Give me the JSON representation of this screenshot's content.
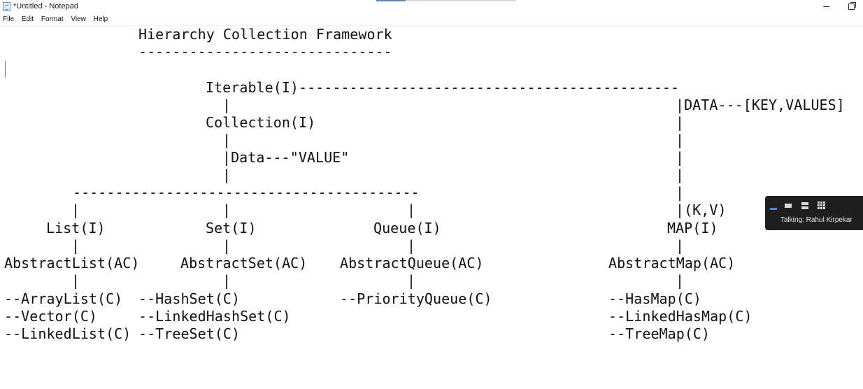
{
  "window": {
    "title": "*Untitled - Notepad",
    "minimize_icon": "minimize-icon",
    "maximize_icon": "restore-icon"
  },
  "menu": [
    "File",
    "Edit",
    "Format",
    "View",
    "Help"
  ],
  "editor": {
    "lines": [
      "Hierarchy Collection Framework",
      "------------------------------",
      "Iterable(I)---------------------------------------------",
      "|",
      "|DATA---[KEY,VALUES]",
      "Collection(I)",
      "|",
      "|",
      "|Data---\"VALUE\"",
      "|",
      "|",
      "|",
      "-----------------------------------------",
      "|",
      "|",
      "|",
      "|",
      "|",
      "|(K,V)",
      "List(I)",
      "Set(I)",
      "Queue(I)",
      "MAP(I)",
      "|",
      "|",
      "|",
      "|",
      "AbstractList(AC)",
      "AbstractSet(AC)",
      "AbstractQueue(AC)",
      "AbstractMap(AC)",
      "|",
      "|",
      "|",
      "|",
      "--ArrayList(C)",
      "--HashSet(C)",
      "--PriorityQueue(C)",
      "--HasMap(C)",
      "--Vector(C)",
      "--LinkedHashSet(C)",
      "--LinkedHasMap(C)",
      "--LinkedList(C)",
      "--TreeSet(C)",
      "--TreeMap(C)"
    ]
  },
  "call_overlay": {
    "talking_text": "Talking: Rahul Kirpekar",
    "icons": [
      "minimize-view-icon",
      "window-view-icon",
      "list-view-icon",
      "grid-view-icon"
    ]
  }
}
